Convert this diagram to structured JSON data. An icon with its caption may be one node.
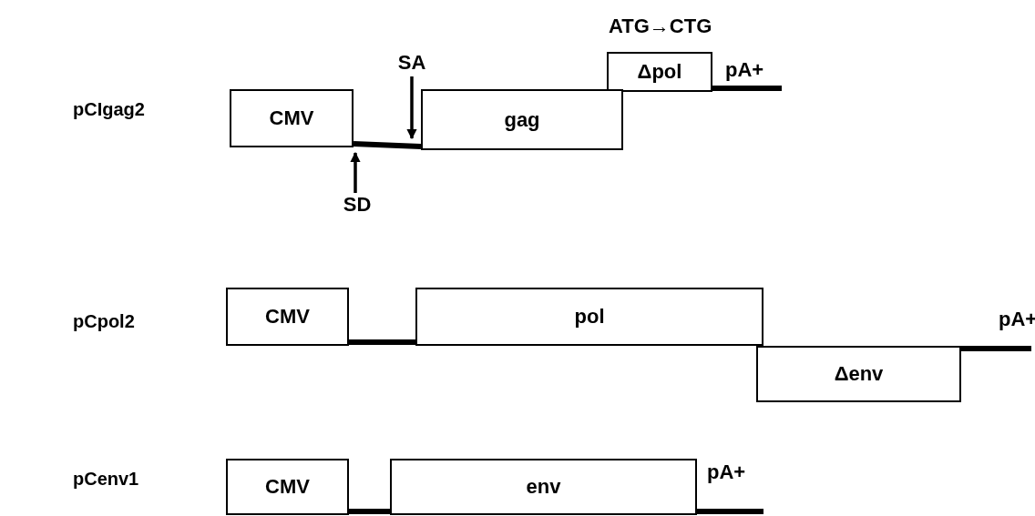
{
  "diagram": {
    "nodes": [
      {
        "text": [
          "Δpol"
        ]
      },
      {
        "text": [
          "SA"
        ]
      },
      {
        "text": [
          "CMV"
        ]
      },
      {
        "text": [
          "gag"
        ]
      },
      {
        "text": [
          "SD"
        ]
      },
      {
        "text": [
          "CMV"
        ]
      },
      {
        "text": [
          "pol"
        ]
      },
      {
        "text": [
          "Δenv"
        ]
      },
      {
        "text": [
          "CMV"
        ]
      },
      {
        "text": [
          "env"
        ]
      }
    ],
    "edges": [
      {
        "from": 2,
        "to": 3,
        "arrow": "none"
      },
      {
        "from": 0,
        "to": null,
        "arrow": "none"
      },
      {
        "from": 1,
        "to": 3,
        "arrow": "to"
      },
      {
        "from": 4,
        "to": 2,
        "arrow": "to"
      },
      {
        "from": 5,
        "to": 6,
        "arrow": "none"
      },
      {
        "from": 7,
        "to": null,
        "arrow": "none"
      },
      {
        "from": 8,
        "to": 9,
        "arrow": "none"
      },
      {
        "from": 9,
        "to": null,
        "arrow": "none"
      }
    ],
    "labels": [
      "ATG→CTG",
      "pCIgag2",
      "pA+",
      "pCpol2",
      "pA+",
      "pCenv1",
      "pA+"
    ]
  }
}
